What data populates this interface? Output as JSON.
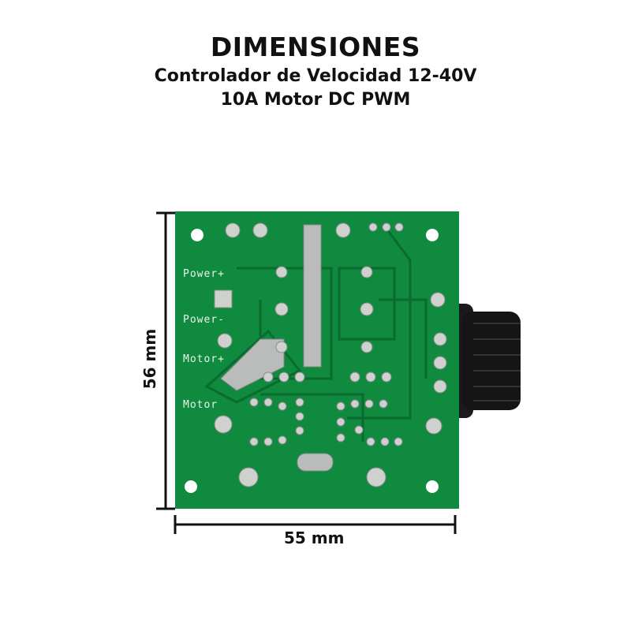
{
  "header": {
    "title": "DIMENSIONES",
    "subtitle_line1": "Controlador de Velocidad 12-40V",
    "subtitle_line2": "10A Motor DC PWM"
  },
  "dimensions": {
    "height_label": "56 mm",
    "width_label": "55 mm"
  },
  "board": {
    "labels": [
      "Power+",
      "Power-",
      "Motor+",
      "Motor"
    ],
    "colors": {
      "pcb": "#0f8a3e",
      "trace": "#0a6b2e",
      "pad": "#c9cbc9",
      "knob": "#151515"
    }
  }
}
